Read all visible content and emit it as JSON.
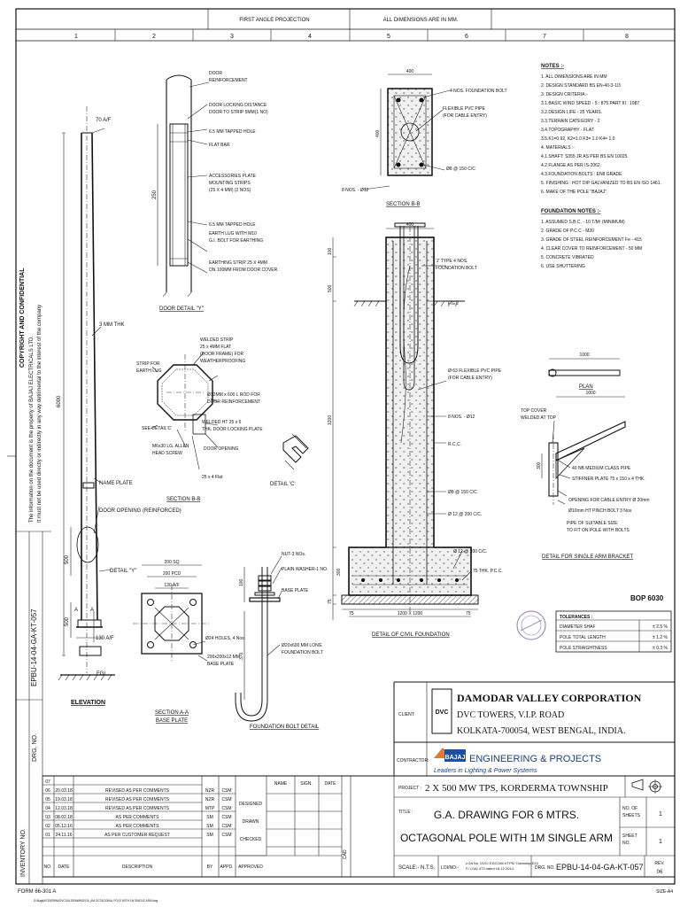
{
  "header": {
    "projection": "FIRST ANGLE PROJECTION",
    "dimensions_note": "ALL DIMENSIONS ARE IN MM.",
    "grid_columns": [
      "1",
      "2",
      "3",
      "4",
      "5",
      "6",
      "7",
      "8"
    ]
  },
  "copyright": {
    "title": "COPYRIGHT AND CONFIDENTIAL",
    "line1": "The information on the document is the property of BAJAJ ELECTRICALS LTD.",
    "line2": "It must not be used directly or indirectly in any way detrimental to the interest of the company"
  },
  "side_labels": {
    "doc_code": "EPBU-14-04-GA-KT-057",
    "drg_no": "DRG. NO.",
    "inventory_no": "INVENTORY NO.",
    "cad": "CAD"
  },
  "elevation": {
    "top_af": "70 A/F",
    "thk": "3 MM THK",
    "height": "6000",
    "name_plate": "NAME PLATE",
    "door_opening": "DOOR OPENING\n(REINFORCED)",
    "detail_y": "DETAIL \"Y\"",
    "dim_500": "500",
    "dim_500b": "500",
    "bottom_af": "130 A/F",
    "fgl": "FGL",
    "label": "ELEVATION",
    "a_marker": "A"
  },
  "door_detail": {
    "door_reinforcement": "DOOR\nREINFORCEMENT",
    "door_locking": "DOOR LOCKING DISTANCE\nDOOR TO STRIP 5MM(1 NO)",
    "tapped_hole": "6.5 MM TAPPED HOLE",
    "flat_bar": "FLAT BAR",
    "dim_250": "250",
    "accessories": "ACCESSORIES PLATE\nMOUNTING STRIPS\n(25 X 4 MM) (2 NOS)",
    "tapped_hole2": "6.5 MM TAPPED HOLE",
    "earth_lug": "EARTH LUG WITH M10\nG.I. BOLT FOR EARTHING",
    "earthing_strip": "EARTHING STRIP 25 X 4MM\nON 100MM FROM DOOR COVER",
    "label": "DOOR DETAIL \"Y\""
  },
  "section_bb_small": {
    "welded_strip": "WELDED STRIP\n25 x 4MM FLAT\n(DOOR FRAME) FOR\nWEATHERPROOFING",
    "rod": "Ø12MM x 600 L ROD FOR\nDOOR REINFORCEMENT",
    "welded_ht": "WELDED HT 25 x 6\nTHK. DOOR LOCKING PLATE",
    "door_opening": "DOOR OPENING",
    "strip_earth": "STRIP FOR\nEARTH LUG",
    "see_detail": "SEE DETAIL'C'",
    "allen": "M6x30 LG. ALLEN\nHEAD SCREW",
    "flat": "25 x 4 Flat",
    "label": "SECTION B-B",
    "detail_c": "DETAIL 'C'"
  },
  "section_aa": {
    "sq": "200 SQ",
    "pcd": "200 PCD",
    "af": "130 A/F",
    "holes": "Ø24 HOLES, 4 Nos.",
    "base_plate": "200x200x12 MM\nBASE PLATE",
    "label1": "SECTION A-A",
    "label2": "BASE PLATE"
  },
  "foundation_bolt": {
    "nut": "NUT-3 NOs.",
    "washer": "PLAIN WASHER-1 NO.",
    "base_plate": "BASE PLATE",
    "dim_100": "100",
    "dim_370": "370",
    "bolt": "Ø20x600 MM LONG\nFOUNDATION BOLT",
    "label": "FOUNDATION BOLT DETAIL"
  },
  "section_bb_found": {
    "dim_400": "400",
    "dim_400v": "400",
    "bolts": "4 NOS. FOUNDATION BOLT",
    "pvc": "FLEXIBLE PVC PIPE\n(FOR CABLE ENTRY)",
    "stirrup": "Ø8 @ 150 C/C",
    "bars": "8 NOS. - Ø12",
    "label": "SECTION B-B"
  },
  "civil_foundation": {
    "dim_400": "400",
    "dim_100": "100",
    "dim_500": "500",
    "j_bolt": "'J' TYPE 4 NOS.\nFOUNDATION BOLT",
    "fgl": "F.G.L",
    "pvc": "Ø 63 FLEXIBLE PVC PIPE\n(FOR CABLE ENTRY)",
    "bars": "8 NOS. - Ø12",
    "rcc": "R.C.C.",
    "dim_1200v": "1200",
    "stirrup": "Ø8 @ 150 C/C",
    "mesh1": "Ø 12 @ 200 C/C.",
    "mesh2": "Ø 12 @ 200 C/C.",
    "pcc": "75 THK. P.C.C.",
    "dim_300": "300",
    "dim_75": "75",
    "dim_75b": "75",
    "dim_1200": "1200 X 1200",
    "dim_75c": "75",
    "label": "DETAIL OF CIVIL FOUNDATION"
  },
  "notes": {
    "title": "NOTES :-",
    "items": [
      "1.  ALL DIMENSIONS ARE IN MM",
      "2.  DESIGN STANDARD BS EN-40-3-1/3",
      "3.  DESIGN CRITERIA:-",
      "     3.1.BASIC WIND SPEED - 5 : 875 PART III : 1987",
      "     3.2.DESIGN LIFE - 25 YEARS.",
      "     3.3.TERRAIN CATEGORY - 2",
      "     3.4.TOPOGRAPHY - FLAT",
      "     3.5.K1=0.92, K2=1.0   K3= 1.0   K4= 1.0",
      "4.  MATERIALS :-",
      "     4.1.SHAFT: S355 JR AS PER BS EN 10025.",
      "     4.2.FLANGE AS PER IS-2062.",
      "     4.3.FOUNDATION BOLTS : EN8 GRADE",
      "5.  FINISHING : HOT DIP GALVANIZED TO BS EN ISO 1461.",
      "6.  MAKE OF THE POLE \"BAJAJ\"."
    ]
  },
  "foundation_notes": {
    "title": "FOUNDATION NOTES :-",
    "items": [
      "1.  ASSUMED S.B.C. - 10 T/M² (MINIMUM)",
      "2.  GRADE OF P.C.C - M20",
      "3.  GRADE OF STEEL REINFORCEMENT Fe - 415",
      "4.  CLEAR COVER TO REINFORCEMENT - 50 MM",
      "5.  CONCRETE VIBRATED",
      "6.  USE SHUTTERING"
    ]
  },
  "arm_bracket": {
    "dim_1000": "1000",
    "plan": "PLAN",
    "dim_1000b": "1000",
    "top_cover": "TOP COVER\nWELDED AT TOP",
    "dim_300": "300",
    "pipe": "40 NB MEDIUM CLASS PIPE",
    "stiffner": "STIFFNER PLATE 75 x 150 x 4 THK.",
    "opening": "OPENING FOR CABLE ENTRY Ø 20mm",
    "pinch": "Ø10mm HT PINCH BOLT 3 Nos",
    "pipe_size": "PIPE OF SUITABLE SIZE\nTO FIT ON POLE WITH BOLTS",
    "label": "DETAIL FOR SINGLE ARM BRACKET"
  },
  "bop": "BOP 6030",
  "tolerances": {
    "title": "TOLERANCES :",
    "rows": [
      {
        "label": "DIAMETER SHAF",
        "value": "± 2.5 %"
      },
      {
        "label": "POLE TOTAL LENGTH",
        "value": "± 1.2 %"
      },
      {
        "label": "POLE STRAIGHTNESS",
        "value": "± 0.3 %"
      }
    ]
  },
  "client": {
    "label": "CLIENT:",
    "name": "DAMODAR VALLEY CORPORATION",
    "addr1": "DVC TOWERS, V.I.P. ROAD",
    "addr2": "KOLKATA-700054, WEST BENGAL, INDIA.",
    "logo": "DVC"
  },
  "contractor": {
    "label": "CONTRACTOR:",
    "brand": "BAJAJ",
    "division": "ENGINEERING & PROJECTS",
    "tagline": "Leaders in Lighting & Power Systems"
  },
  "project": {
    "label": "PROJECT :",
    "value": "2 X 500 MW TPS,    KORDERMA TOWNSHIP"
  },
  "title_block": {
    "label": "TITLE :",
    "line1": "G.A. DRAWING FOR 6 MTRS.",
    "line2": "OCTAGONAL POLE WITH 1M SINGLE ARM",
    "no_sheets_label": "NO. OF SHEETS",
    "no_sheets": "1",
    "sheet_no_label": "SHEET NO.",
    "sheet_no": "1",
    "scale": "SCALE:- N.T.S.",
    "loi_label": "LOI/NO:-",
    "loi_value": "LOA No. DVC/ EDCOM/ KTPS/ Township(E3)/\nF/ LOA/ 473 dated 18.12.2014.",
    "drg_label": "DRG. NO.",
    "drg_value": "EPBU-14-04-GA-KT-057",
    "rev_label": "REV.",
    "rev_value": "06"
  },
  "signatures": {
    "headers": [
      "NAME",
      "SIGN.",
      "DATE"
    ],
    "rows": [
      "DESIGNED",
      "DRAWN",
      "CHECKED",
      "APPROVED"
    ]
  },
  "revisions": {
    "headers": [
      "NO.",
      "DATE",
      "DESCRIPTION",
      "BY",
      "APPD."
    ],
    "rows": [
      {
        "no": "07",
        "date": "",
        "desc": "",
        "by": "",
        "appd": ""
      },
      {
        "no": "06",
        "date": "20.03.18",
        "desc": "REVISED AS PER COMMENTS",
        "by": "NZR",
        "appd": "CSM"
      },
      {
        "no": "05",
        "date": "19.03.18",
        "desc": "REVISED AS PER COMMENTS",
        "by": "NZR",
        "appd": "CSM"
      },
      {
        "no": "04",
        "date": "12.03.18",
        "desc": "REVISED AS PER COMMENTS",
        "by": "MTP",
        "appd": "CSM"
      },
      {
        "no": "03",
        "date": "08.02.18",
        "desc": "AS PER COMMENTS",
        "by": "SM",
        "appd": "CSM"
      },
      {
        "no": "02",
        "date": "05.12.16",
        "desc": "AS PER COMMENTS",
        "by": "SM",
        "appd": "CSM"
      },
      {
        "no": "01",
        "date": "24.11.16",
        "desc": "AS PER CUSTOMER REQUEST",
        "by": "SM",
        "appd": "CSM"
      }
    ]
  },
  "footer": {
    "form": "FORM 66-301 A",
    "size": "SIZE-A4",
    "path": "D:\\Bajaj\\KODERMA\\DVC\\GA DRAWING\\GA_6M OCTAGONAL POLE WITH 1M SINGLE ARM.dwg"
  }
}
